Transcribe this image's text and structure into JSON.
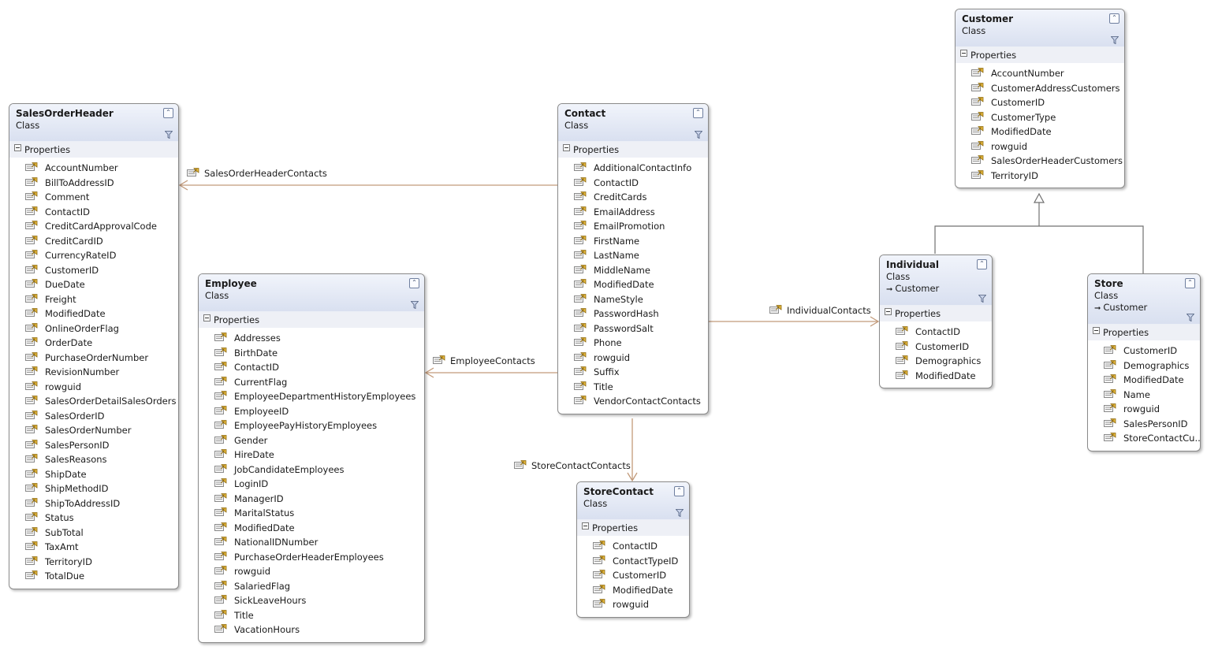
{
  "classes": {
    "customer": {
      "name": "Customer",
      "kind": "Class",
      "section": "Properties",
      "properties": [
        "AccountNumber",
        "CustomerAddressCustomers",
        "CustomerID",
        "CustomerType",
        "ModifiedDate",
        "rowguid",
        "SalesOrderHeaderCustomers",
        "TerritoryID"
      ]
    },
    "salesorderheader": {
      "name": "SalesOrderHeader",
      "kind": "Class",
      "section": "Properties",
      "properties": [
        "AccountNumber",
        "BillToAddressID",
        "Comment",
        "ContactID",
        "CreditCardApprovalCode",
        "CreditCardID",
        "CurrencyRateID",
        "CustomerID",
        "DueDate",
        "Freight",
        "ModifiedDate",
        "OnlineOrderFlag",
        "OrderDate",
        "PurchaseOrderNumber",
        "RevisionNumber",
        "rowguid",
        "SalesOrderDetailSalesOrders",
        "SalesOrderID",
        "SalesOrderNumber",
        "SalesPersonID",
        "SalesReasons",
        "ShipDate",
        "ShipMethodID",
        "ShipToAddressID",
        "Status",
        "SubTotal",
        "TaxAmt",
        "TerritoryID",
        "TotalDue"
      ]
    },
    "contact": {
      "name": "Contact",
      "kind": "Class",
      "section": "Properties",
      "properties": [
        "AdditionalContactInfo",
        "ContactID",
        "CreditCards",
        "EmailAddress",
        "EmailPromotion",
        "FirstName",
        "LastName",
        "MiddleName",
        "ModifiedDate",
        "NameStyle",
        "PasswordHash",
        "PasswordSalt",
        "Phone",
        "rowguid",
        "Suffix",
        "Title",
        "VendorContactContacts"
      ]
    },
    "employee": {
      "name": "Employee",
      "kind": "Class",
      "section": "Properties",
      "properties": [
        "Addresses",
        "BirthDate",
        "ContactID",
        "CurrentFlag",
        "EmployeeDepartmentHistoryEmployees",
        "EmployeeID",
        "EmployeePayHistoryEmployees",
        "Gender",
        "HireDate",
        "JobCandidateEmployees",
        "LoginID",
        "ManagerID",
        "MaritalStatus",
        "ModifiedDate",
        "NationalIDNumber",
        "PurchaseOrderHeaderEmployees",
        "rowguid",
        "SalariedFlag",
        "SickLeaveHours",
        "Title",
        "VacationHours"
      ]
    },
    "individual": {
      "name": "Individual",
      "kind": "Class",
      "base": "Customer",
      "section": "Properties",
      "properties": [
        "ContactID",
        "CustomerID",
        "Demographics",
        "ModifiedDate"
      ]
    },
    "store": {
      "name": "Store",
      "kind": "Class",
      "base": "Customer",
      "section": "Properties",
      "properties": [
        "CustomerID",
        "Demographics",
        "ModifiedDate",
        "Name",
        "rowguid",
        "SalesPersonID",
        "StoreContactCu..."
      ]
    },
    "storecontact": {
      "name": "StoreContact",
      "kind": "Class",
      "section": "Properties",
      "properties": [
        "ContactID",
        "ContactTypeID",
        "CustomerID",
        "ModifiedDate",
        "rowguid"
      ]
    }
  },
  "associations": {
    "sales_order_header_contacts": "SalesOrderHeaderContacts",
    "employee_contacts": "EmployeeContacts",
    "individual_contacts": "IndividualContacts",
    "store_contact_contacts": "StoreContactContacts"
  },
  "colors": {
    "association_line": "#c29a7a",
    "inheritance_line": "#707070",
    "header_gradient_top": "#f1f4fb",
    "header_gradient_bottom": "#d9e0f0",
    "section_background": "#eef0f6"
  },
  "icons": {
    "property": "property-icon",
    "association": "association-icon",
    "collapse": "collapse-chevron-icon",
    "filter": "filter-icon",
    "inheritance": "inheritance-arrow-icon"
  }
}
